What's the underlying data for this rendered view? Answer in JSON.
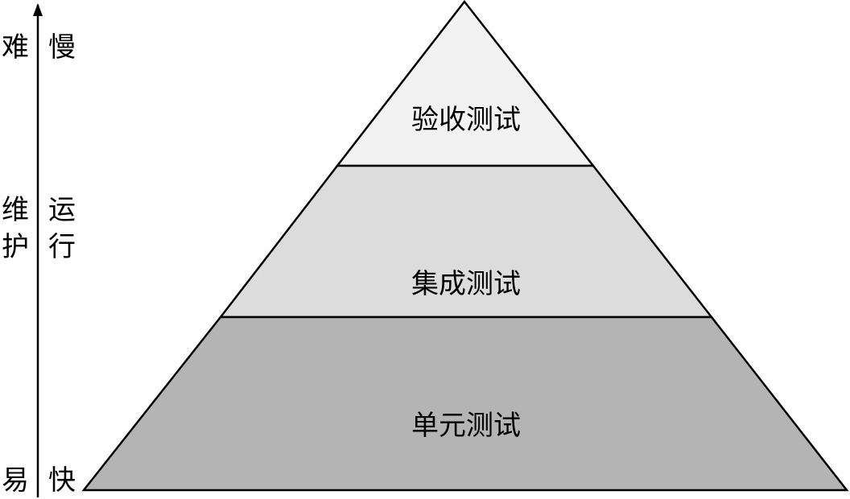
{
  "axis": {
    "left_column": {
      "top": "难",
      "middle_line1": "维",
      "middle_line2": "护",
      "bottom": "易"
    },
    "right_column": {
      "top": "慢",
      "middle_line1": "运",
      "middle_line2": "行",
      "bottom": "快"
    }
  },
  "pyramid": {
    "levels": [
      {
        "label": "验收测试",
        "fill": "#f2f2f2"
      },
      {
        "label": "集成测试",
        "fill": "#dcdcdc"
      },
      {
        "label": "单元测试",
        "fill": "#b4b4b4"
      }
    ],
    "stroke": "#000000"
  }
}
